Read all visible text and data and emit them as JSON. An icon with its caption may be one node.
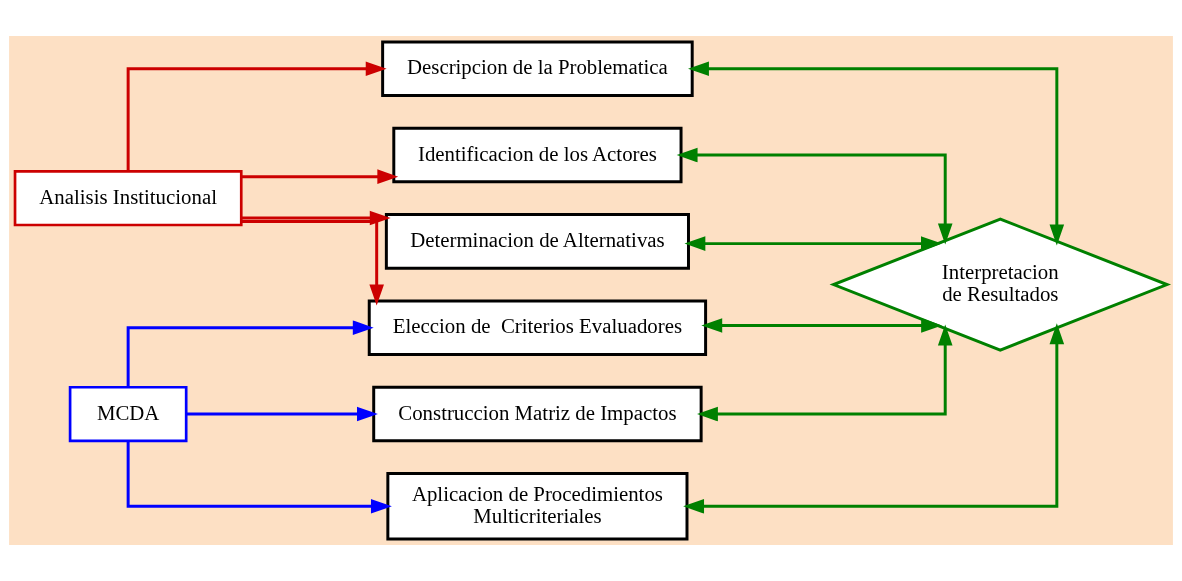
{
  "diagram": {
    "nodes": [
      {
        "text": [
          "Analisis Institucional"
        ]
      },
      {
        "text": [
          "MCDA"
        ]
      },
      {
        "text": [
          "Descripcion de la Problematica"
        ]
      },
      {
        "text": [
          "Identificacion de los Actores"
        ]
      },
      {
        "text": [
          "Determinacion de Alternativas"
        ]
      },
      {
        "text": [
          "Eleccion de  Criterios Evaluadores"
        ]
      },
      {
        "text": [
          "Construccion Matriz de Impactos"
        ]
      },
      {
        "text": [
          "Aplicacion de Procedimientos Multicriteriales"
        ]
      },
      {
        "text": [
          "Interpretacion de Resultados"
        ]
      }
    ],
    "edges": [
      {
        "from": 0,
        "to": 2,
        "arrow": "to",
        "color": "#cc0000"
      },
      {
        "from": 0,
        "to": 3,
        "arrow": "to",
        "color": "#cc0000"
      },
      {
        "from": 0,
        "to": 4,
        "arrow": "to",
        "color": "#cc0000"
      },
      {
        "from": 0,
        "to": 5,
        "arrow": "to",
        "color": "#cc0000"
      },
      {
        "from": 1,
        "to": 5,
        "arrow": "to",
        "color": "#0000ff"
      },
      {
        "from": 1,
        "to": 6,
        "arrow": "to",
        "color": "#0000ff"
      },
      {
        "from": 1,
        "to": 7,
        "arrow": "to",
        "color": "#0000ff"
      },
      {
        "from": 2,
        "to": 8,
        "arrow": "both"
      },
      {
        "from": 3,
        "to": 8,
        "arrow": "both"
      },
      {
        "from": 4,
        "to": 8,
        "arrow": "both"
      },
      {
        "from": 5,
        "to": 8,
        "arrow": "both"
      },
      {
        "from": 6,
        "to": 8,
        "arrow": "both"
      },
      {
        "from": 7,
        "to": 8,
        "arrow": "both"
      }
    ]
  }
}
